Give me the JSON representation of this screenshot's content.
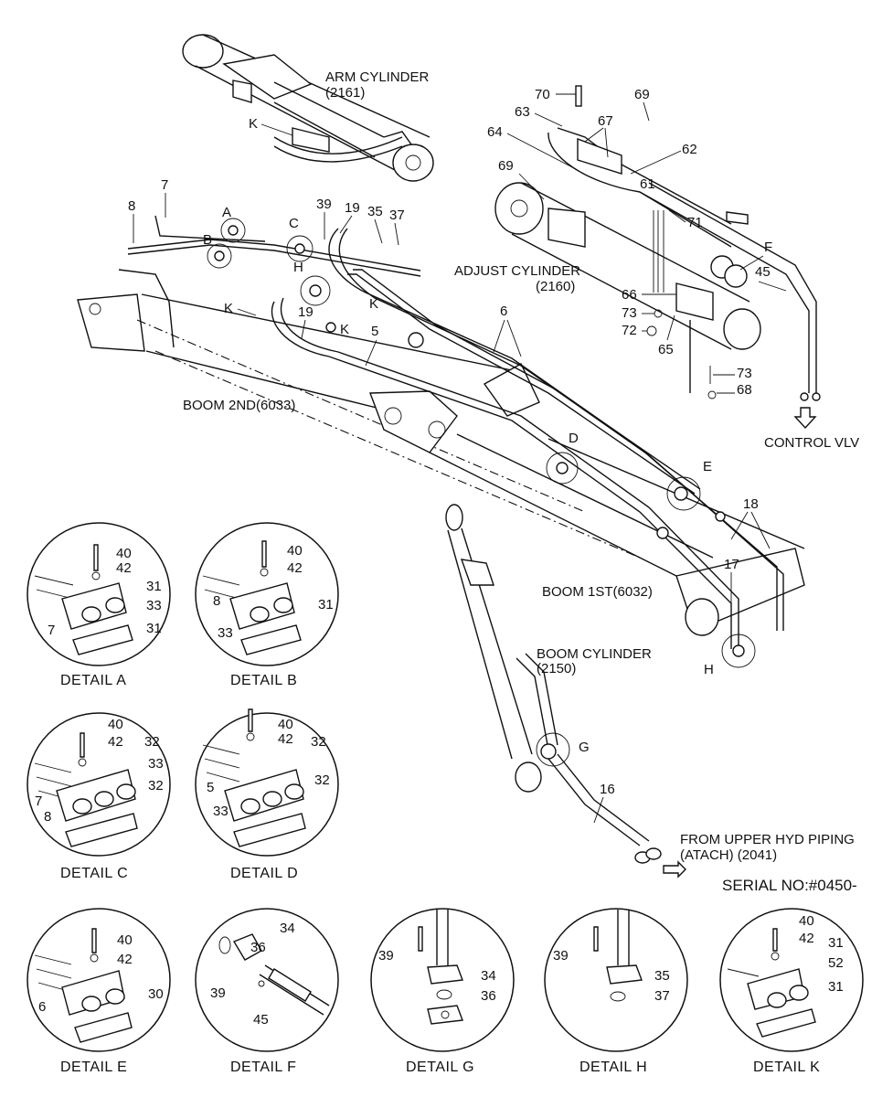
{
  "main_labels": {
    "arm_cylinder": "ARM CYLINDER",
    "arm_cylinder_code": "(2161)",
    "adjust_cylinder": "ADJUST CYLINDER",
    "adjust_cylinder_code": "(2160)",
    "boom_2nd": "BOOM 2ND(6033)",
    "boom_1st": "BOOM 1ST(6032)",
    "boom_cylinder": "BOOM CYLINDER",
    "boom_cylinder_code": "(2150)",
    "control_vlv": "CONTROL VLV",
    "from_upper_line1": "FROM UPPER HYD PIPING",
    "from_upper_line2": "(ATACH) (2041)",
    "serial": "SERIAL NO:#0450-"
  },
  "part_numbers": {
    "n70": "70",
    "n69a": "69",
    "n63": "63",
    "n67": "67",
    "n64": "64",
    "n62": "62",
    "n69b": "69",
    "n61": "61",
    "n71": "71",
    "nF": "F",
    "n45": "45",
    "n66": "66",
    "n73a": "73",
    "n72": "72",
    "n65": "65",
    "n73b": "73",
    "n68": "68",
    "n8": "8",
    "n7": "7",
    "nA": "A",
    "nB": "B",
    "nC": "C",
    "n39": "39",
    "n19a": "19",
    "n35": "35",
    "n37": "37",
    "nH1": "H",
    "nK1": "K",
    "nK2": "K",
    "nK3": "K",
    "nK4": "K",
    "n19b": "19",
    "n5": "5",
    "n6": "6",
    "nD": "D",
    "nE": "E",
    "n18": "18",
    "n17": "17",
    "nH2": "H",
    "nG": "G",
    "n16": "16"
  },
  "details": [
    {
      "title": "DETAIL  A",
      "callouts": [
        "40",
        "42",
        "31",
        "33",
        "31",
        "7"
      ]
    },
    {
      "title": "DETAIL  B",
      "callouts": [
        "40",
        "42",
        "8",
        "31",
        "33"
      ]
    },
    {
      "title": "DETAIL  C",
      "callouts": [
        "40",
        "42",
        "32",
        "33",
        "32",
        "7",
        "8"
      ]
    },
    {
      "title": "DETAIL D",
      "callouts": [
        "40",
        "42",
        "32",
        "5",
        "32",
        "33"
      ]
    },
    {
      "title": "DETAIL  E",
      "callouts": [
        "40",
        "42",
        "6",
        "30"
      ]
    },
    {
      "title": "DETAIL  F",
      "callouts": [
        "36",
        "34",
        "39",
        "45"
      ]
    },
    {
      "title": "DETAIL  G",
      "callouts": [
        "39",
        "34",
        "36"
      ]
    },
    {
      "title": "DETAIL  H",
      "callouts": [
        "39",
        "35",
        "37"
      ]
    },
    {
      "title": "DETAIL  K",
      "callouts": [
        "40",
        "42",
        "31",
        "52",
        "31"
      ]
    }
  ]
}
